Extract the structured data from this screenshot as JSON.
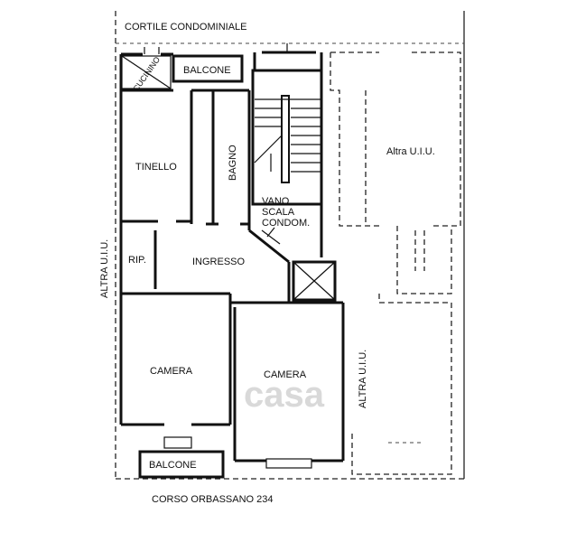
{
  "labels": {
    "cortile": "CORTILE CONDOMINIALE",
    "corso": "CORSO ORBASSANO 234",
    "altra_left": "ALTRA U.I.U.",
    "altra_right_top": "Altra U.I.U.",
    "altra_right_bottom": "ALTRA U.I.U.",
    "cucinino": "CUCININO",
    "balcone_top": "BALCONE",
    "tinello": "TINELLO",
    "bagno": "BAGNO",
    "vano_1": "VANO",
    "vano_2": "SCALA",
    "vano_3": "CONDOM.",
    "rip": "RIP.",
    "ingresso": "INGRESSO",
    "camera_left": "CAMERA",
    "camera_right": "CAMERA",
    "balcone_bottom": "BALCONE",
    "watermark": "casa"
  }
}
